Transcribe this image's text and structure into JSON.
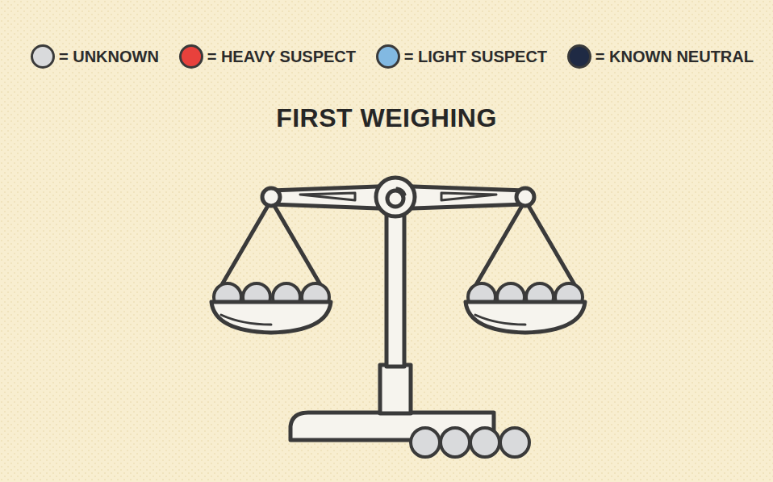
{
  "diagram": {
    "title": "FIRST WEIGHING",
    "legend": [
      {
        "text": "= UNKNOWN",
        "color": "#d9dadc"
      },
      {
        "text": "= HEAVY SUSPECT",
        "color": "#e8413c"
      },
      {
        "text": "= LIGHT SUSPECT",
        "color": "#82b9e2"
      },
      {
        "text": "= KNOWN NEUTRAL",
        "color": "#1f2a44"
      }
    ]
  }
}
